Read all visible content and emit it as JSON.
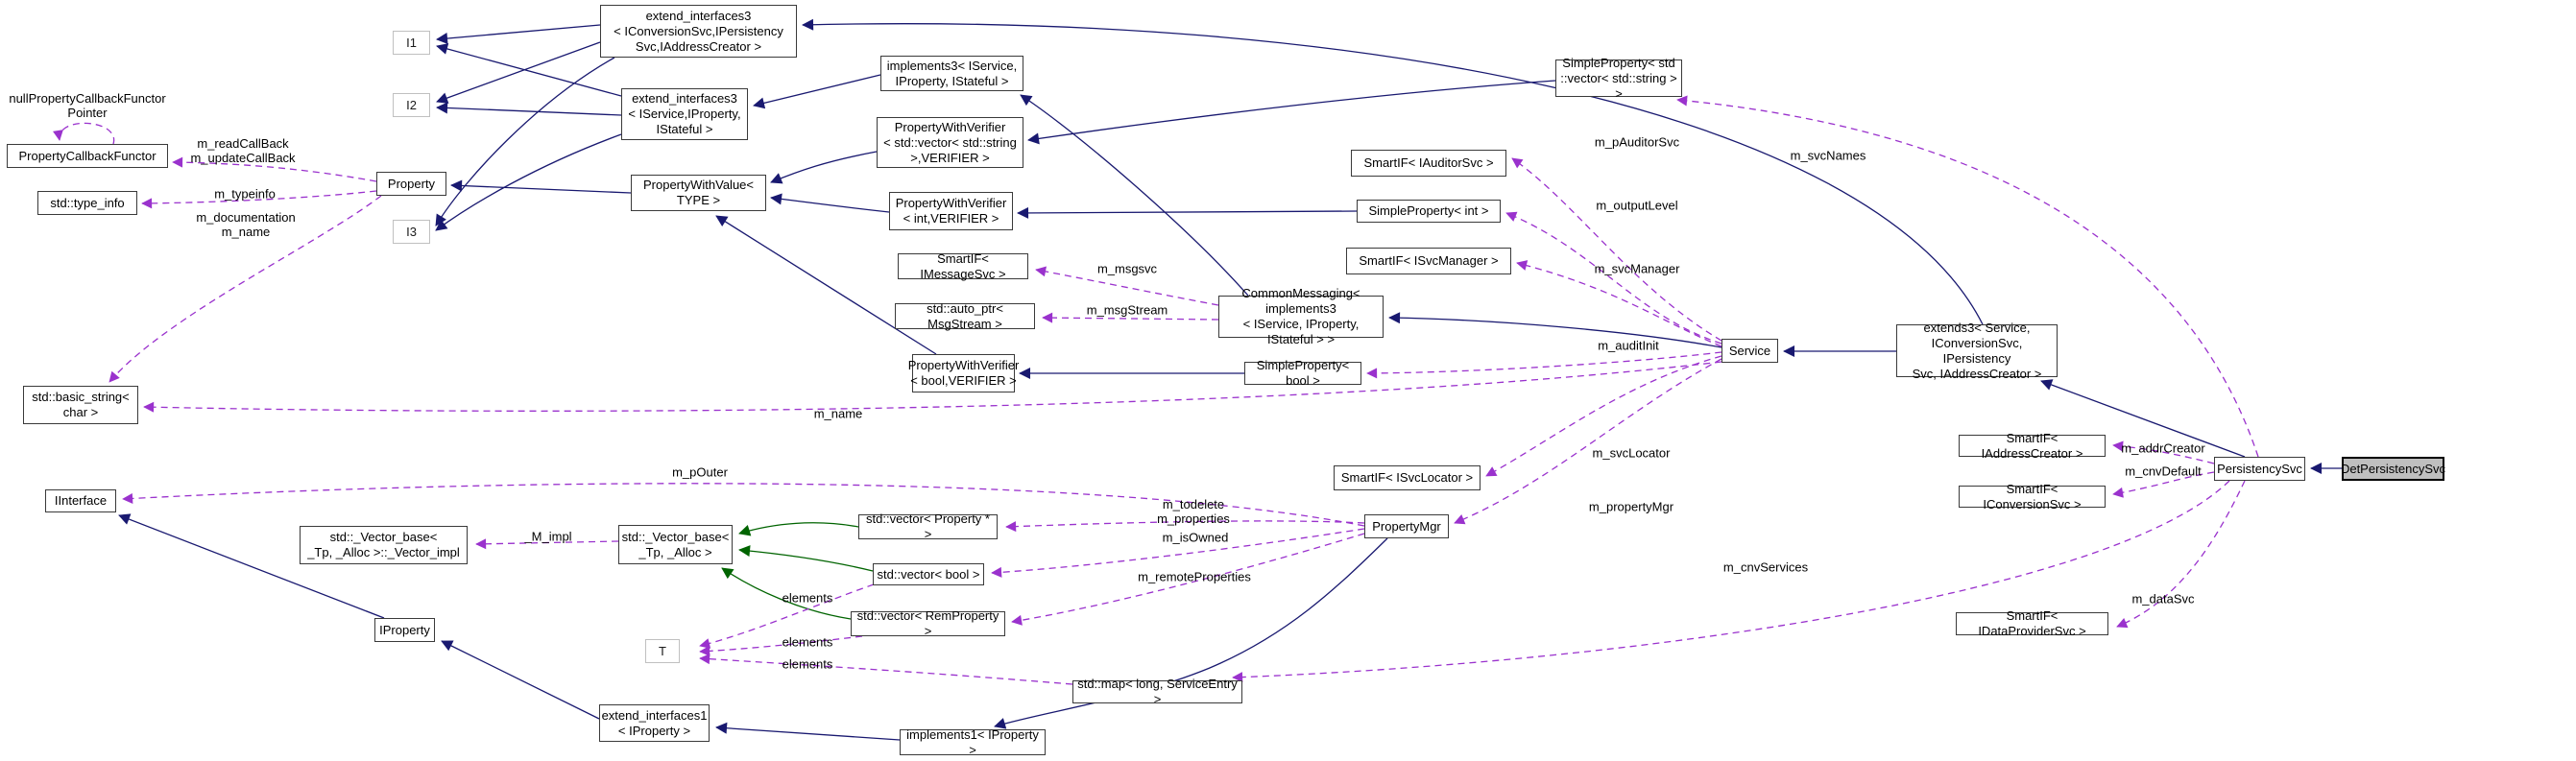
{
  "diagram": {
    "type": "doxygen-collaboration-diagram",
    "focus_class": "DetPersistencySvc"
  },
  "colors": {
    "inheritance_edge": "#191970",
    "usage_edge": "#9a32cd",
    "protected_inheritance_edge": "#006400",
    "node_border": "#3a3a3a",
    "template_node_border": "#c0c0c0",
    "highlight_node_bg": "#bfbfbf"
  },
  "nodes": {
    "pcf": {
      "label": "PropertyCallbackFunctor"
    },
    "typeinfo": {
      "label": "std::type_info"
    },
    "property": {
      "label": "Property"
    },
    "i1": {
      "label": "I1"
    },
    "i2": {
      "label": "I2"
    },
    "i3": {
      "label": "I3"
    },
    "ext3_conv": {
      "label": "extend_interfaces3\n< IConversionSvc,IPersistency\nSvc,IAddressCreator >"
    },
    "ext3_svc": {
      "label": "extend_interfaces3\n< IService,IProperty,\nIStateful >"
    },
    "implements3": {
      "label": "implements3< IService,\nIProperty, IStateful >"
    },
    "pwv_vec": {
      "label": "PropertyWithVerifier\n< std::vector< std::string\n>,VERIFIER >"
    },
    "pwvalue": {
      "label": "PropertyWithValue<\nTYPE >"
    },
    "pwv_int": {
      "label": "PropertyWithVerifier\n< int,VERIFIER >"
    },
    "smartif_auditor": {
      "label": "SmartIF< IAuditorSvc >"
    },
    "simpleprop_int": {
      "label": "SimpleProperty< int >"
    },
    "smartif_svcmgr": {
      "label": "SmartIF< ISvcManager >"
    },
    "smartif_msgsvc": {
      "label": "SmartIF< IMessageSvc >"
    },
    "autoptr_msgstream": {
      "label": "std::auto_ptr< MsgStream >"
    },
    "commonmessaging": {
      "label": "CommonMessaging< implements3\n< IService, IProperty, IStateful > >"
    },
    "pwv_bool": {
      "label": "PropertyWithVerifier\n< bool,VERIFIER >"
    },
    "simpleprop_bool": {
      "label": "SimpleProperty< bool >"
    },
    "service": {
      "label": "Service"
    },
    "extends3": {
      "label": "extends3< Service,\nIConversionSvc, IPersistency\nSvc, IAddressCreator >"
    },
    "simpleprop_vec": {
      "label": "SimpleProperty< std\n::vector< std::string > >"
    },
    "smartif_addr": {
      "label": "SmartIF< IAddressCreator >"
    },
    "smartif_conv": {
      "label": "SmartIF< IConversionSvc >"
    },
    "persistencysvc": {
      "label": "PersistencySvc"
    },
    "detpersistencysvc": {
      "label": "DetPersistencySvc"
    },
    "smartif_dataprov": {
      "label": "SmartIF< IDataProviderSvc >"
    },
    "basicstring": {
      "label": "std::basic_string<\nchar >"
    },
    "iinterface": {
      "label": "IInterface"
    },
    "vectorimpl": {
      "label": "std::_Vector_base<\n_Tp, _Alloc >::_Vector_impl"
    },
    "vectorbase": {
      "label": "std::_Vector_base<\n_Tp, _Alloc >"
    },
    "vec_propptr": {
      "label": "std::vector< Property * >"
    },
    "vec_bool": {
      "label": "std::vector< bool >"
    },
    "vec_remprop": {
      "label": "std::vector< RemProperty >"
    },
    "t": {
      "label": "T"
    },
    "iproperty": {
      "label": "IProperty"
    },
    "ext1_iprop": {
      "label": "extend_interfaces1\n< IProperty >"
    },
    "implements1": {
      "label": "implements1< IProperty >"
    },
    "stdmap": {
      "label": "std::map< long, ServiceEntry >"
    },
    "smartif_svcloc": {
      "label": "SmartIF< ISvcLocator >"
    },
    "propertymgr": {
      "label": "PropertyMgr"
    }
  },
  "edge_labels": {
    "null_pcf_pointer": "nullPropertyCallbackFunctor\nPointer",
    "read_update_callback": "m_readCallBack\nm_updateCallBack",
    "typeinfo": "m_typeinfo",
    "documentation_name": "m_documentation\nm_name",
    "msgsvc": "m_msgsvc",
    "msgstream": "m_msgStream",
    "p_auditor_svc": "m_pAuditorSvc",
    "output_level": "m_outputLevel",
    "svc_manager": "m_svcManager",
    "svc_names": "m_svcNames",
    "audit_init": "m_auditInit",
    "name": "m_name",
    "svc_locator": "m_svcLocator",
    "property_mgr": "m_propertyMgr",
    "cnv_services": "m_cnvServices",
    "p_outer": "m_pOuter",
    "m_impl": "_M_impl",
    "todelete_properties": "m_todelete\nm_properties",
    "is_owned": "m_isOwned",
    "remote_properties": "m_remoteProperties",
    "elements_1": "elements",
    "elements_2": "elements",
    "elements_3": "elements",
    "addr_creator": "m_addrCreator",
    "cnv_default": "m_cnvDefault",
    "data_svc": "m_dataSvc"
  }
}
